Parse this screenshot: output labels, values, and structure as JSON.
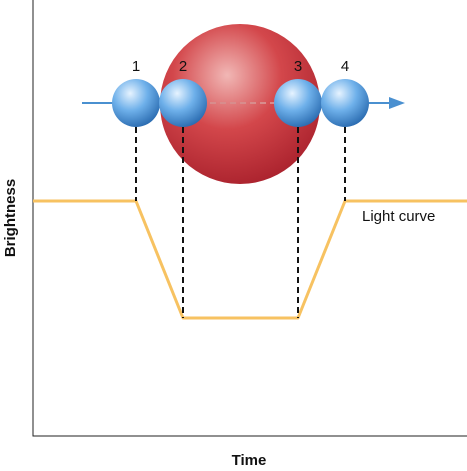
{
  "axes": {
    "x_label": "Time",
    "y_label": "Brightness"
  },
  "curve_label": "Light curve",
  "contact_points": [
    "1",
    "2",
    "3",
    "4"
  ],
  "colors": {
    "curve": "#F7C261",
    "arrow": "#4A90D0",
    "frame": "#222222",
    "dashes": "#111111",
    "star_light": "#F1B7B5",
    "star_mid": "#D3474B",
    "star_dark": "#A61E2A",
    "planet_light": "#E6F3FF",
    "planet_mid": "#6EB0EA",
    "planet_dark": "#1E5FA6"
  }
}
